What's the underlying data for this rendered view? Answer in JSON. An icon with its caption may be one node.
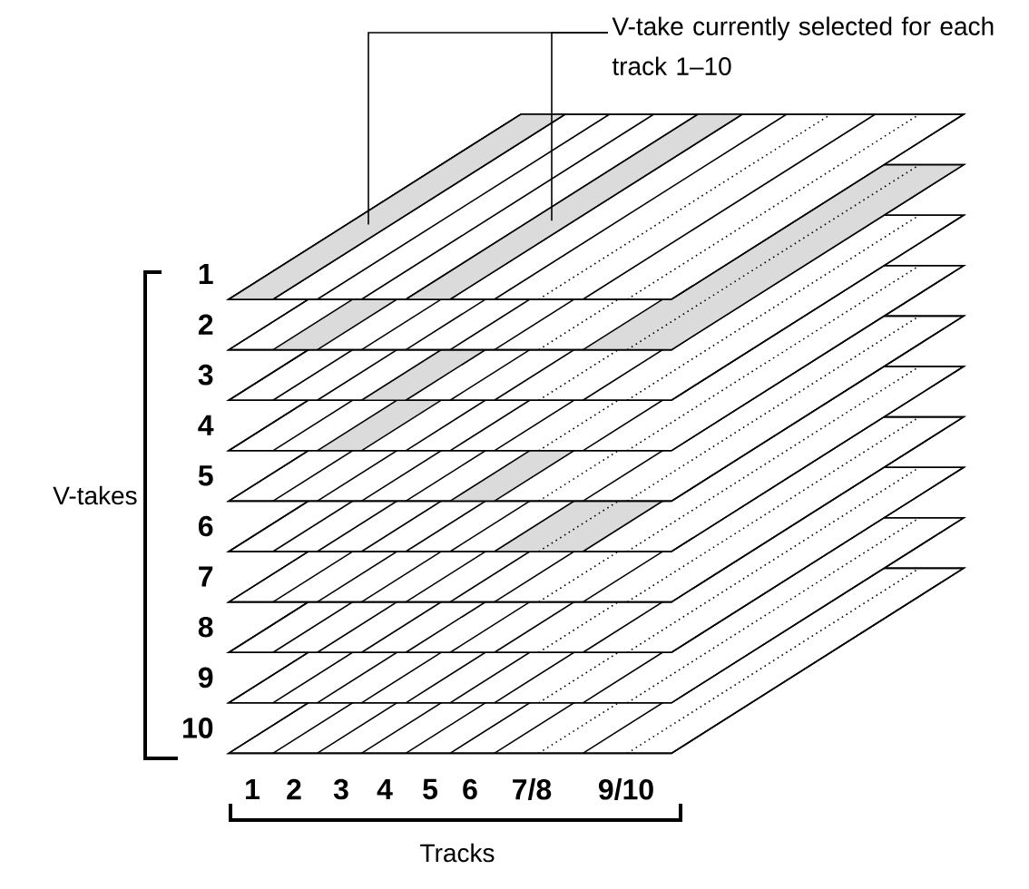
{
  "diagram": {
    "nodes": [
      {
        "text": [
          "V-take currently selected for each track 1–10"
        ]
      },
      {
        "text": [],
        "shape": "bar"
      },
      {
        "text": [],
        "shape": "bar"
      }
    ],
    "edges": [
      {
        "from": 0,
        "to": 1,
        "arrow": "none"
      },
      {
        "from": 0,
        "to": 2,
        "arrow": "none"
      }
    ],
    "labels": [
      "V-takes",
      "1",
      "2",
      "3",
      "4",
      "5",
      "6",
      "7",
      "8",
      "9",
      "10",
      "1",
      "2",
      "3",
      "4",
      "5",
      "6",
      "7/8",
      "9/10",
      "Tracks"
    ]
  }
}
